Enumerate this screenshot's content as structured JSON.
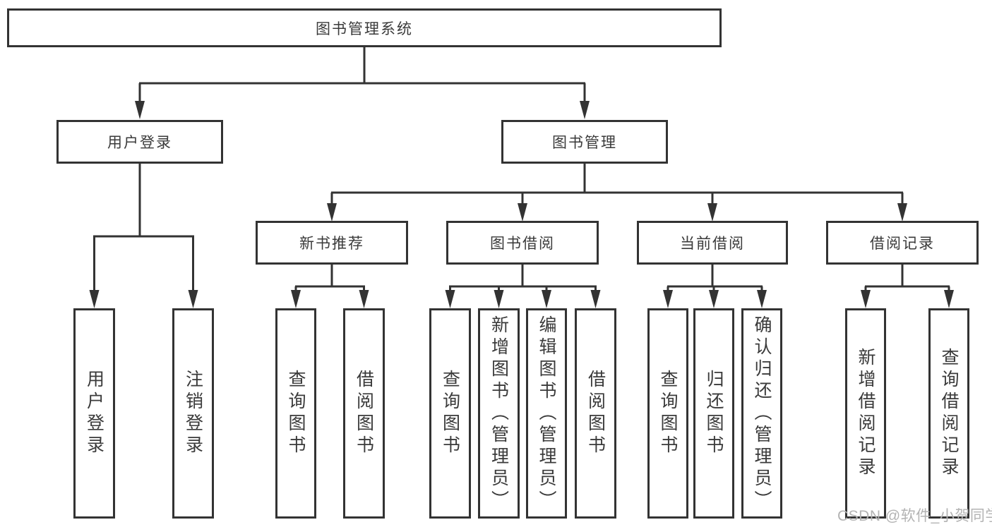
{
  "diagram": {
    "title": "图书管理系统",
    "watermark": "CSDN @软件_小贺同学",
    "colors": {
      "line": "#333333",
      "border": "#333333",
      "text": "#3a3a3a",
      "watermark": "#b3b3b3",
      "background": "#ffffff"
    },
    "nodes": {
      "root": "图书管理系统",
      "user_login": "用户登录",
      "book_mgmt": "图书管理",
      "new_book_rec": "新书推荐",
      "book_borrow": "图书借阅",
      "current_borrow": "当前借阅",
      "borrow_records": "借阅记录",
      "leaf_user_login": "用户登录",
      "leaf_logout": "注销登录",
      "leaf_query_book_a": "查询图书",
      "leaf_borrow_book_a": "借阅图书",
      "leaf_query_book_b": "查询图书",
      "leaf_add_book": "新增图书（管理员）",
      "leaf_edit_book": "编辑图书（管理员）",
      "leaf_borrow_book_b": "借阅图书",
      "leaf_query_book_c": "查询图书",
      "leaf_return_book": "归还图书",
      "leaf_confirm_return": "确认归还（管理员）",
      "leaf_add_record": "新增借阅记录",
      "leaf_query_record": "查询借阅记录"
    },
    "hierarchy": {
      "图书管理系统": {
        "用户登录": [
          "用户登录",
          "注销登录"
        ],
        "图书管理": {
          "新书推荐": [
            "查询图书",
            "借阅图书"
          ],
          "图书借阅": [
            "查询图书",
            "新增图书（管理员）",
            "编辑图书（管理员）",
            "借阅图书"
          ],
          "当前借阅": [
            "查询图书",
            "归还图书",
            "确认归还（管理员）"
          ],
          "借阅记录": [
            "新增借阅记录",
            "查询借阅记录"
          ]
        }
      }
    }
  }
}
